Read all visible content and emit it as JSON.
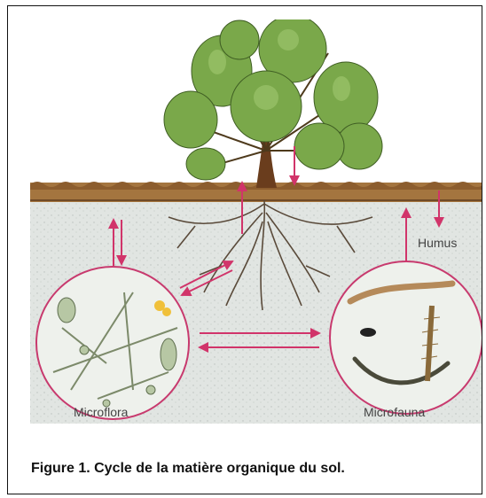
{
  "labels": {
    "humus": "Humus",
    "microflora": "Microflora",
    "microfauna": "Microfauna"
  },
  "caption": "Figure 1. Cycle de la matière organique du sol.",
  "colors": {
    "arrow": "#d1346a",
    "foliage": "#7aa84a",
    "litter": "#9a6a3a",
    "soil": "#dfe3e0",
    "trunk": "#6a3d1d"
  }
}
